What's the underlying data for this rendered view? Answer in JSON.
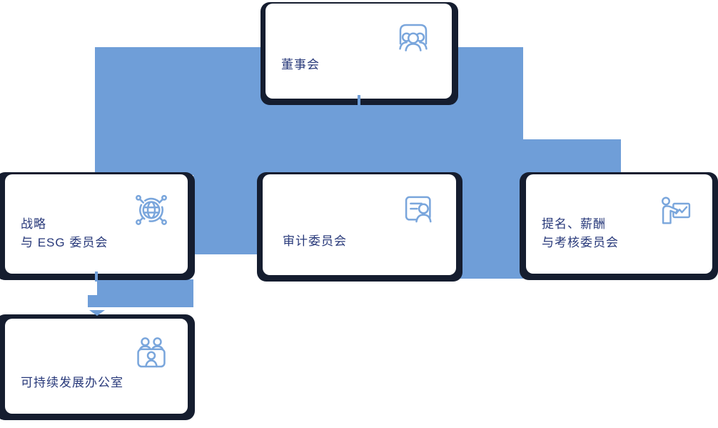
{
  "palette": {
    "connector_blue": "#6f9ed8",
    "card_frame_dark": "#151d2f",
    "label_navy": "#28397a",
    "icon_blue": "#7aa6dc",
    "background": "#ffffff"
  },
  "org_chart": {
    "type": "org-chart",
    "nodes": [
      {
        "id": "board",
        "label_lines": [
          "董事会"
        ],
        "icon": "meeting-people-icon"
      },
      {
        "id": "strategy-esg-committee",
        "label_lines": [
          "战略",
          "与 ESG 委员会"
        ],
        "icon": "global-network-icon"
      },
      {
        "id": "audit-committee",
        "label_lines": [
          "审计委员会"
        ],
        "icon": "id-badge-icon"
      },
      {
        "id": "nomination-remuneration-assessment-committee",
        "label_lines": [
          "提名、薪酬",
          "与考核委员会"
        ],
        "icon": "presenter-chart-icon"
      },
      {
        "id": "sustainability-office",
        "label_lines": [
          "可持续发展办公室"
        ],
        "icon": "people-desk-icon"
      }
    ],
    "edges": [
      {
        "from": "board",
        "to": "strategy-esg-committee",
        "style": "blue-band"
      },
      {
        "from": "board",
        "to": "audit-committee",
        "style": "blue-band"
      },
      {
        "from": "board",
        "to": "nomination-remuneration-assessment-committee",
        "style": "blue-band"
      },
      {
        "from": "strategy-esg-committee",
        "to": "sustainability-office",
        "style": "thin-line-arrow"
      }
    ]
  }
}
